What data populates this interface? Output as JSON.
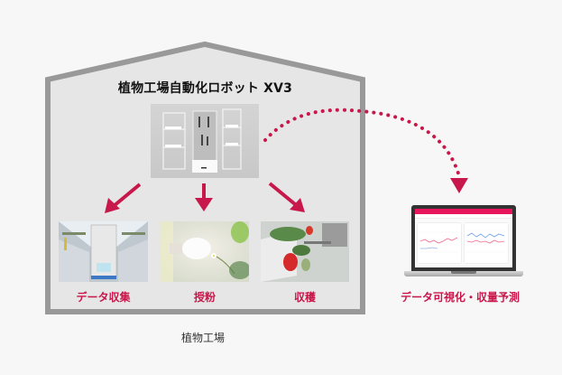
{
  "diagram": {
    "title": "植物工場自動化ロボット XV3",
    "container_label": "植物工場",
    "robot_image": {
      "alt": "robot-xv3-photo"
    },
    "functions": [
      {
        "label": "データ収集",
        "image": "data-collection-photo"
      },
      {
        "label": "授粉",
        "image": "pollination-photo"
      },
      {
        "label": "収穫",
        "image": "harvest-photo"
      }
    ],
    "output": {
      "label": "データ可視化・収量予測",
      "image": "laptop-dashboard"
    },
    "colors": {
      "accent": "#c8174a",
      "house_fill": "#e6e6e6",
      "house_stroke": "#999999",
      "background": "#f7f7f7",
      "dashboard_header": "#e8175d"
    }
  }
}
